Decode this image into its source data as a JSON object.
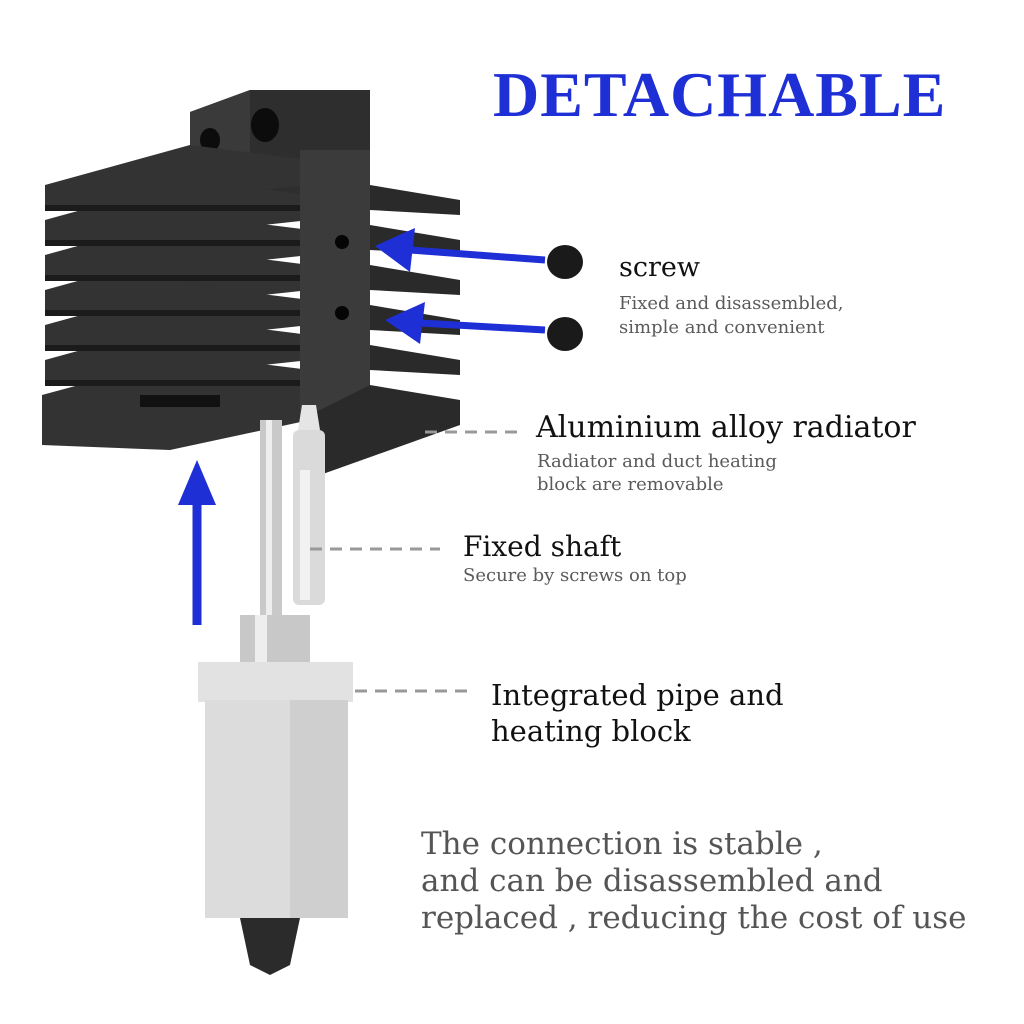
{
  "title": "DETACHABLE",
  "colors": {
    "accent": "#1f2fd6",
    "heatsink": "#2b2b2b",
    "metal": "#d8d8d8"
  },
  "labels": {
    "screw": {
      "heading": "screw",
      "lines": [
        "Fixed and disassembled,",
        "simple and convenient"
      ]
    },
    "radiator": {
      "heading": "Aluminium alloy radiator",
      "lines": [
        "Radiator and duct heating",
        "block are removable"
      ]
    },
    "shaft": {
      "heading": "Fixed shaft",
      "lines": [
        "Secure by screws on top"
      ]
    },
    "pipe": {
      "lines": [
        "Integrated pipe and",
        "heating block"
      ]
    }
  },
  "bottom_text": [
    "The connection is stable ,",
    "and can be disassembled and",
    "replaced , reducing the cost of use"
  ]
}
